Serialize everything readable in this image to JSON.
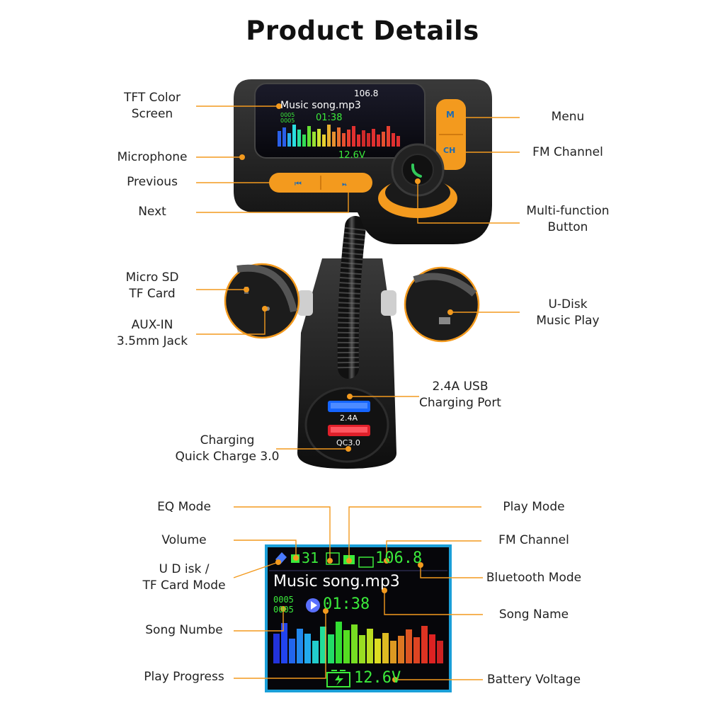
{
  "title": "Product Details",
  "device": {
    "labels": {
      "tft_screen": "TFT Color\nScreen",
      "microphone": "Microphone",
      "previous": "Previous",
      "next": "Next",
      "micro_sd": "Micro SD\nTF Card",
      "aux_in": "AUX-IN\n3.5mm Jack",
      "charging_qc": "Charging\nQuick Charge 3.0",
      "menu": "Menu",
      "fm_channel": "FM Channel",
      "multifunction": "Multi-function\nButton",
      "udisk": "U-Disk\nMusic Play",
      "usb_port": "2.4A USB\nCharging Port"
    },
    "screen": {
      "song": "Music song.mp3",
      "time": "01:38",
      "track_a": "0005",
      "track_b": "0005",
      "freq": "106.8",
      "voltage": "12.6V"
    },
    "ports": {
      "top": "2.4A",
      "bottom": "QC3.0"
    },
    "buttons": {
      "menu": "M",
      "channel": "CH"
    }
  },
  "display": {
    "labels": {
      "eq_mode": "EQ Mode",
      "volume": "Volume",
      "udisk_tf": "U D isk /\nTF Card Mode",
      "song_number": "Song Numbe",
      "play_progress": "Play Progress",
      "play_mode": "Play Mode",
      "fm_channel": "FM Channel",
      "bluetooth_mode": "Bluetooth Mode",
      "song_name": "Song Name",
      "battery_voltage": "Battery Voltage"
    },
    "screen": {
      "volume": "31",
      "freq": "106.8",
      "song": "Music song.mp3",
      "track_a": "0005",
      "track_b": "0005",
      "time": "01:38",
      "voltage": "12.6V"
    }
  },
  "colors": {
    "accent": "#f39a1e",
    "screen_border": "#1a9fd8",
    "lcd_green": "#3bea3b"
  }
}
